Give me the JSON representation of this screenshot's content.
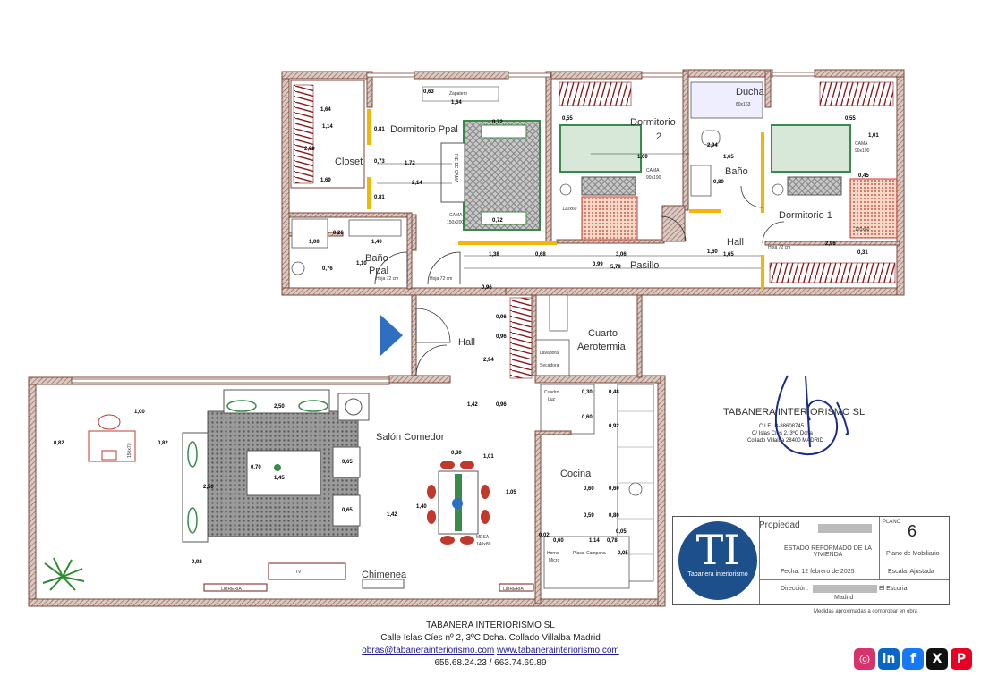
{
  "rooms": {
    "dormitorio_ppal": "Dormitorio Ppal",
    "closet": "Closet",
    "bano_ppal_1": "Baño",
    "bano_ppal_2": "Ppal",
    "dormitorio_2a": "Dormitorio",
    "dormitorio_2b": "2",
    "ducha": "Ducha",
    "ducha_size": "80x163",
    "bano": "Baño",
    "dormitorio_1": "Dormitorio 1",
    "hall_top": "Hall",
    "pasillo": "Pasillo",
    "hall": "Hall",
    "cuarto_a": "Cuarto",
    "cuarto_b": "Aerotermia",
    "salon": "Salón Comedor",
    "cocina": "Cocina",
    "chimenea": "Chimenea",
    "zapatero": "Zapatero"
  },
  "furniture": {
    "cama_ppal": "CAMA",
    "cama_ppal_size": "150x200",
    "cama_d2": "CAMA",
    "cama_d2_size": "90x190",
    "cama_d1": "CAMA",
    "cama_d1_size": "90x190",
    "desk_d2": "120x60",
    "desk_d1": "120x60",
    "desk_salon": "150x70",
    "mesa": "MESA",
    "mesa_size": "140x80",
    "pie_de_cama": "PIE DE CAMA",
    "libreria_left": "LIBRERIA",
    "libreria_right": "LIBRERIA",
    "tv": "TV",
    "lavadora": "Lavadora",
    "lavadora_2": "Secadora",
    "cuadro": "Cuadro",
    "cuadro_2": "Luz",
    "hoja_72": "Hoja 72 cm",
    "horno": "Horno",
    "micro": "Micro",
    "placa": "Placa",
    "campana": "Campana"
  },
  "dims": {
    "d1": "1,64",
    "d2": "1,14",
    "d3": "2,99",
    "d4": "1,69",
    "d5": "0,81",
    "d6": "0,73",
    "d7": "1,72",
    "d8": "2,14",
    "d9": "0,81",
    "d10": "0,63",
    "d11": "1,64",
    "d12": "0,72",
    "d13": "0,72",
    "d14": "0,55",
    "d15": "1,00",
    "d16": "0,55",
    "d17": "1,01",
    "d18": "2,94",
    "d19": "1,65",
    "d20": "0,80",
    "d21": "0,45",
    "d22": "2,96",
    "d23": "0,31",
    "d24": "0,26",
    "d25": "1,40",
    "d26": "1,00",
    "d27": "0,76",
    "d28": "1,10",
    "d29": "1,38",
    "d30": "0,68",
    "d31": "3,06",
    "d32": "0,99",
    "d33": "5,79",
    "d34": "1,60",
    "d35": "1,65",
    "d36": "0,96",
    "d37": "0,96",
    "d38": "0,96",
    "d39": "2,94",
    "d40": "0,96",
    "d41": "1,42",
    "d42": "2,50",
    "d43": "0,82",
    "d44": "0,82",
    "d45": "1,00",
    "d46": "0,70",
    "d47": "1,45",
    "d48": "0,65",
    "d49": "0,65",
    "d50": "2,50",
    "d51": "1,42",
    "d52": "1,40",
    "d53": "0,80",
    "d54": "1,01",
    "d55": "1,05",
    "d56": "0,92",
    "d57": "0,30",
    "d58": "0,60",
    "d59": "0,48",
    "d60": "0,92",
    "d61": "0,60",
    "d62": "0,80",
    "d63": "0,05",
    "d64": "0,02",
    "d65": "0,60",
    "d66": "1,14",
    "d67": "0,78",
    "d68": "0,05",
    "d69": "0,60",
    "d70": "0,59"
  },
  "signature": {
    "name": "TABANERA INTERIORISMO SL",
    "cif": "C.I.F.: B-88608745",
    "address1": "C/ Islas Cíes 2, 3ºC Dcha",
    "address2": "Collado Villalba 28400 MADRID"
  },
  "title_block": {
    "logo_letters": "TI",
    "logo_text": "Tabanera interiorismo",
    "propiedad_label": "Propiedad",
    "plano_label": "PLANO",
    "plano_number": "6",
    "project": "ESTADO REFORMADO DE LA VIVIENDA",
    "plan_name": "Plano de Mobiliario",
    "fecha": "Fecha: 12 febrero de 2025",
    "escala": "Escala: Ajustada",
    "direccion_label": "Dirección:",
    "direccion_end": "El Escorial",
    "city": "Madrid",
    "note": "Medidas aproximadas a comprobar en obra"
  },
  "footer": {
    "company": "TABANERA INTERIORISMO SL",
    "address": "Calle Islas Cíes nº 2, 3ºC Dcha. Collado Villalba Madrid",
    "email": "obras@tabanerainteriorismo.com",
    "web": "www.tabanerainteriorismo.com",
    "phones": "655.68.24.23 / 663.74.69.89"
  },
  "social": [
    "instagram-icon",
    "linkedin-icon",
    "facebook-icon",
    "x-icon",
    "pinterest-icon"
  ],
  "colors": {
    "wall": "#7a4a3a",
    "wall_fill": "#c9b6ad",
    "door_frame": "#f2b705",
    "entry_arrow": "#2f6fc2",
    "logo_blue": "#1d4f8a",
    "bed_green": "#3a8a4a",
    "desk_red": "#c0392b"
  }
}
